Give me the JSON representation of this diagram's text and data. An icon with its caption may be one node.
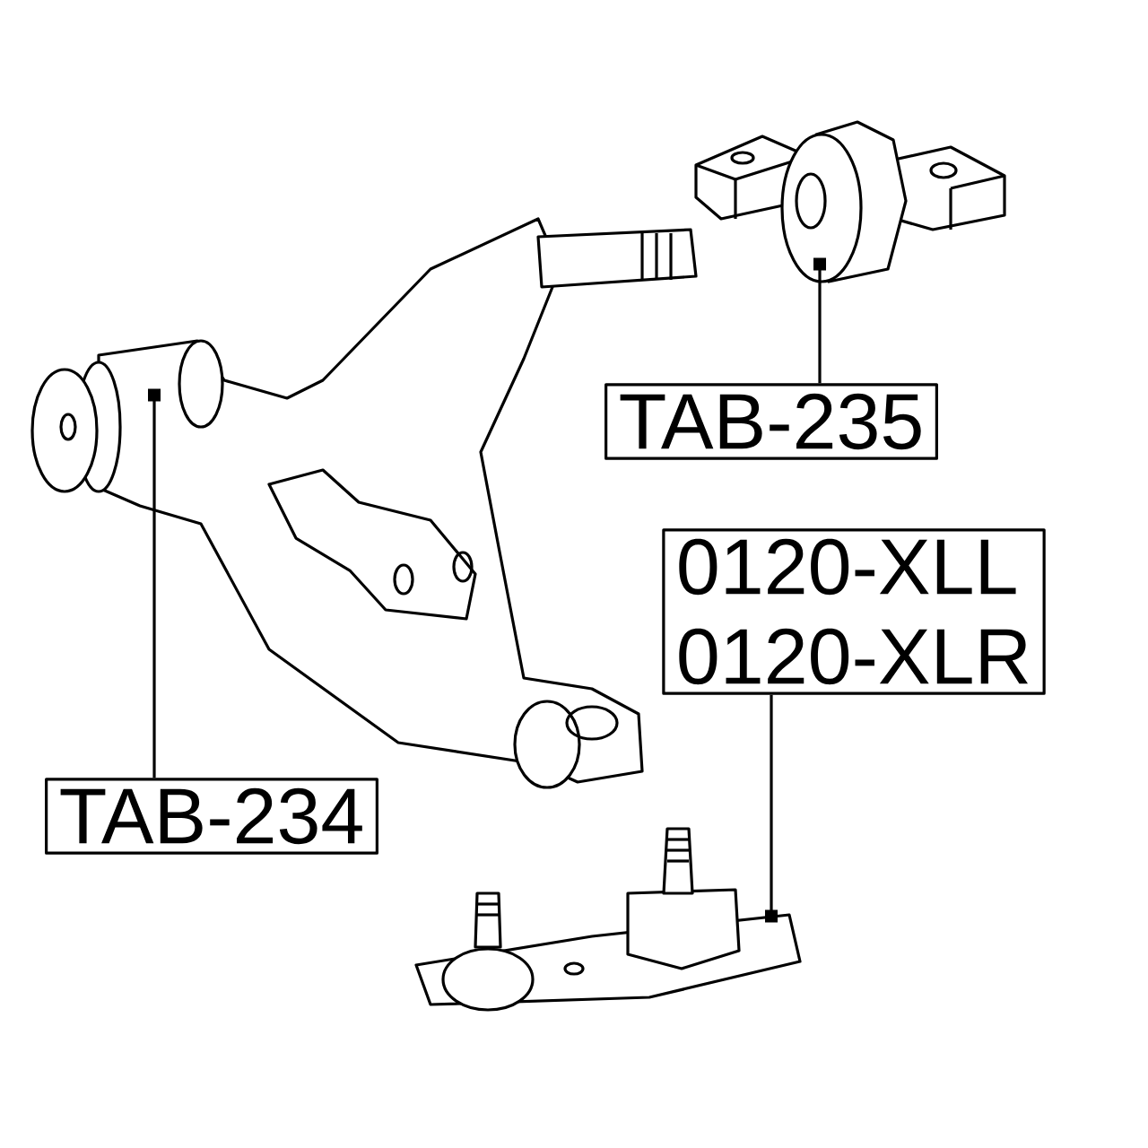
{
  "diagram": {
    "nodes": [
      {
        "text": [
          "TAB-235"
        ]
      },
      {
        "text": [
          "TAB-234"
        ]
      },
      {
        "text": [
          "0120-XLL",
          "0120-XLR"
        ]
      },
      {
        "text": [],
        "shape": "picture"
      },
      {
        "text": [],
        "shape": "picture"
      },
      {
        "text": [],
        "shape": "picture"
      }
    ],
    "edges": [
      {
        "from": 0,
        "to": 3,
        "arrow": "other"
      },
      {
        "from": 1,
        "to": 4,
        "arrow": "other"
      },
      {
        "from": 2,
        "to": 5,
        "arrow": "other"
      }
    ]
  }
}
